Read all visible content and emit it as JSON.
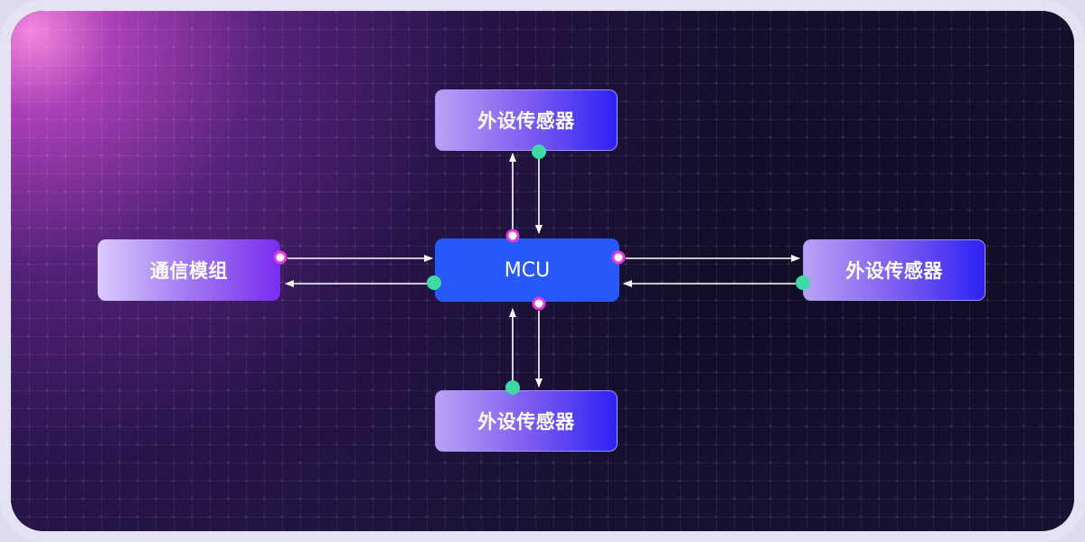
{
  "nodes": {
    "mcu": {
      "label": "MCU"
    },
    "comm": {
      "label": "通信模组"
    },
    "sensor_top": {
      "label": "外设传感器"
    },
    "sensor_right": {
      "label": "外设传感器"
    },
    "sensor_bottom": {
      "label": "外设传感器"
    }
  },
  "colors": {
    "mcu": "#2758fb",
    "port_out": "#e53bd6",
    "port_in": "#3fd9a6",
    "arrow": "#ffffff"
  },
  "edges": [
    {
      "from": "comm",
      "to": "mcu"
    },
    {
      "from": "mcu",
      "to": "comm"
    },
    {
      "from": "mcu",
      "to": "sensor_right"
    },
    {
      "from": "sensor_right",
      "to": "mcu"
    },
    {
      "from": "mcu",
      "to": "sensor_top"
    },
    {
      "from": "sensor_top",
      "to": "mcu"
    },
    {
      "from": "mcu",
      "to": "sensor_bottom"
    },
    {
      "from": "sensor_bottom",
      "to": "mcu"
    }
  ]
}
